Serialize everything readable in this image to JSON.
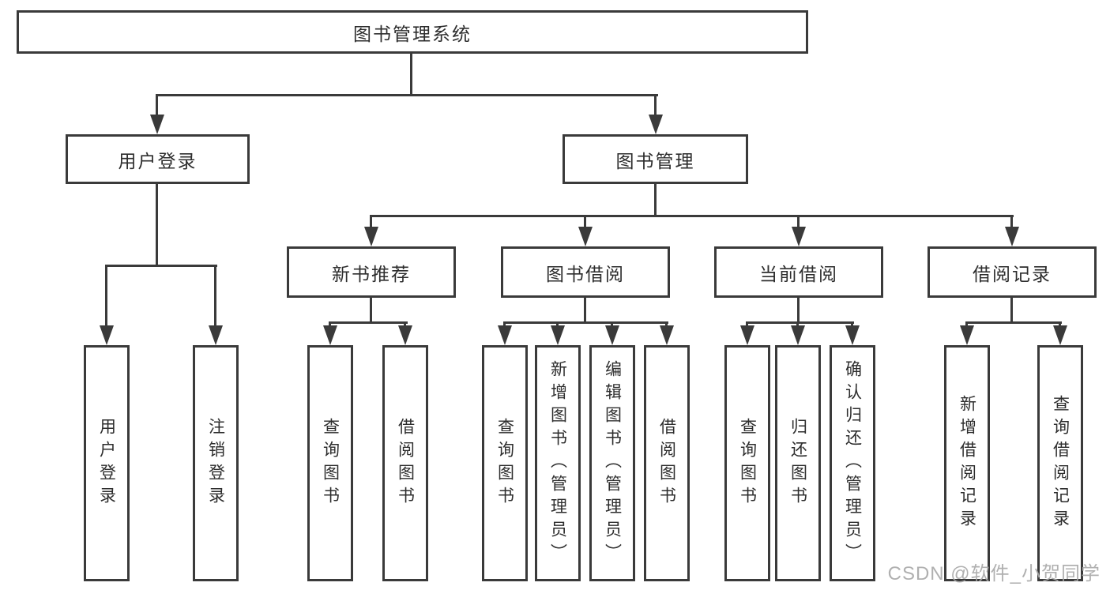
{
  "diagram_type": "hierarchy-tree",
  "tree": {
    "root": {
      "label": "图书管理系统",
      "children": [
        {
          "label": "用户登录",
          "children": [
            {
              "label": "用户登录"
            },
            {
              "label": "注销登录"
            }
          ]
        },
        {
          "label": "图书管理",
          "children": [
            {
              "label": "新书推荐",
              "children": [
                {
                  "label": "查询图书"
                },
                {
                  "label": "借阅图书"
                }
              ]
            },
            {
              "label": "图书借阅",
              "children": [
                {
                  "label": "查询图书"
                },
                {
                  "label": "新增图书（管理员）"
                },
                {
                  "label": "编辑图书（管理员）"
                },
                {
                  "label": "借阅图书"
                }
              ]
            },
            {
              "label": "当前借阅",
              "children": [
                {
                  "label": "查询图书"
                },
                {
                  "label": "归还图书"
                },
                {
                  "label": "确认归还（管理员）"
                }
              ]
            },
            {
              "label": "借阅记录",
              "children": [
                {
                  "label": "新增借阅记录"
                },
                {
                  "label": "查询借阅记录"
                }
              ]
            }
          ]
        }
      ]
    }
  },
  "watermark": {
    "text": "CSDN @软件_小贺同学"
  },
  "colors": {
    "line": "#3a3a3a",
    "text": "#2d2d2d",
    "watermark": "#a8a8a8",
    "background": "#ffffff"
  }
}
